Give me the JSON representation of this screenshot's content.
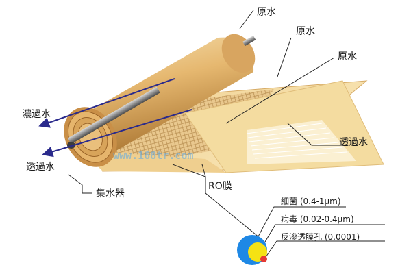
{
  "labels": {
    "raw_water_1": "原水",
    "raw_water_2": "原水",
    "raw_water_3": "原水",
    "concentrate": "濃過水",
    "permeate_left": "透過水",
    "permeate_right": "透過水",
    "collector": "集水器",
    "ro_membrane": "RO膜"
  },
  "legend": [
    {
      "label": "細菌 (0.4-1μm)"
    },
    {
      "label": "病毒 (0.02-0.4μm)"
    },
    {
      "label": "反滲透膜孔 (0.0001)"
    }
  ],
  "watermark": "www.168tr.com",
  "colors": {
    "roll_light": "#f3d9a0",
    "roll_mid": "#e0b06a",
    "roll_dark": "#b5803a",
    "sheet": "#f6dfa6",
    "sheet_edge": "#e9c47e",
    "mesh": "#c9a468",
    "arrow": "#2a2a8c",
    "bacteria": "#1e88e5",
    "virus": "#f5e214",
    "pore": "#e53935"
  }
}
